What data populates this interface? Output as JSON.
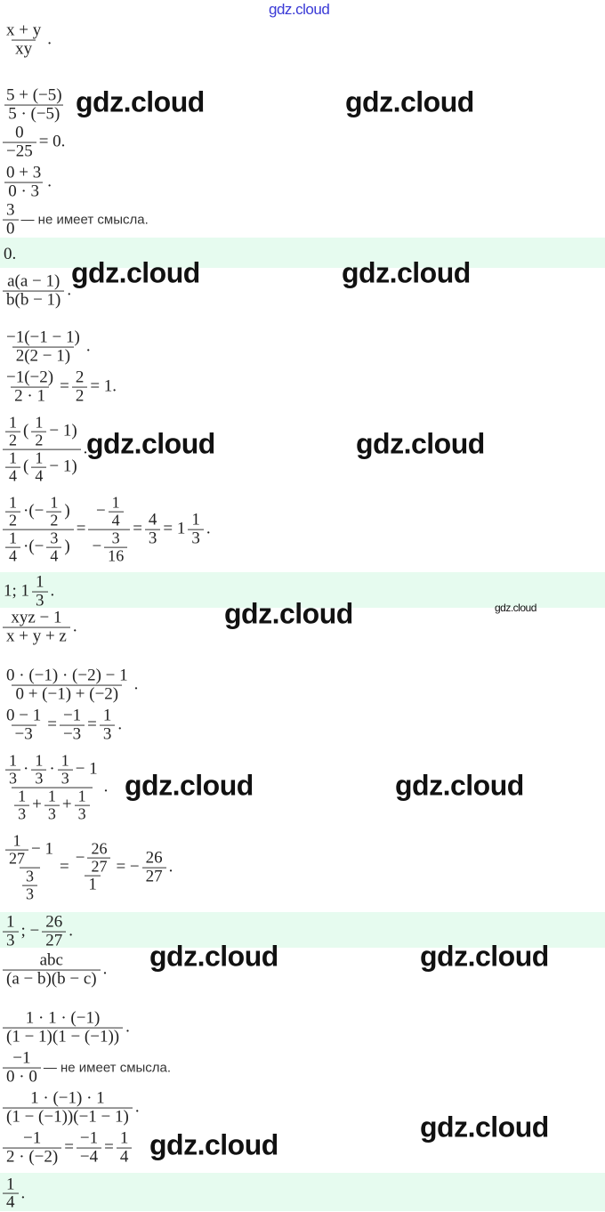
{
  "watermark": "gdz.cloud",
  "phrases": {
    "meaningless": "— не имеет смысла."
  },
  "answers": [
    {
      "parts": [
        "0."
      ]
    },
    {
      "parts": [
        "1; 1",
        {
          "n": [
            "1"
          ],
          "d": [
            "3"
          ]
        },
        "."
      ]
    },
    {
      "parts": [
        {
          "n": [
            "1"
          ],
          "d": [
            "3"
          ]
        },
        "; −",
        {
          "n": [
            "26"
          ],
          "d": [
            "27"
          ]
        },
        "."
      ]
    },
    {
      "parts": [
        {
          "n": [
            "1"
          ],
          "d": [
            "4"
          ]
        },
        "."
      ]
    }
  ],
  "lines": [
    {
      "parts": [
        {
          "n": [
            "x + y"
          ],
          "d": [
            "xy"
          ]
        },
        "."
      ]
    },
    {
      "parts": [
        {
          "n": [
            "5 + (−5)"
          ],
          "d": [
            "5 · (−5)"
          ]
        }
      ]
    },
    {
      "parts": [
        {
          "n": [
            "0"
          ],
          "d": [
            "−25"
          ]
        },
        "= 0."
      ]
    },
    {
      "parts": [
        {
          "n": [
            "0 + 3"
          ],
          "d": [
            "0 · 3"
          ]
        },
        "."
      ]
    },
    {
      "parts": [
        {
          "n": [
            "3"
          ],
          "d": [
            "0"
          ]
        },
        {
          "ru": "meaningless"
        }
      ]
    },
    {
      "parts": [
        {
          "n": [
            "a(a − 1)"
          ],
          "d": [
            "b(b − 1)"
          ]
        },
        "."
      ]
    },
    {
      "parts": [
        {
          "n": [
            "−1(−1 − 1)"
          ],
          "d": [
            "2(2 − 1)"
          ]
        },
        "."
      ]
    },
    {
      "parts": [
        {
          "n": [
            "−1(−2)"
          ],
          "d": [
            "2 · 1"
          ]
        },
        "=",
        {
          "n": [
            "2"
          ],
          "d": [
            "2"
          ]
        },
        "= 1."
      ]
    },
    {
      "parts": [
        {
          "n": [
            {
              "n": [
                "1"
              ],
              "d": [
                "2"
              ]
            },
            "(",
            {
              "n": [
                "1"
              ],
              "d": [
                "2"
              ]
            },
            "− 1)"
          ],
          "d": [
            {
              "n": [
                "1"
              ],
              "d": [
                "4"
              ]
            },
            "(",
            {
              "n": [
                "1"
              ],
              "d": [
                "4"
              ]
            },
            "− 1)"
          ]
        },
        "."
      ]
    },
    {
      "parts": [
        {
          "n": [
            {
              "n": [
                "1"
              ],
              "d": [
                "2"
              ]
            },
            "·(−",
            {
              "n": [
                "1"
              ],
              "d": [
                "2"
              ]
            },
            ")"
          ],
          "d": [
            {
              "n": [
                "1"
              ],
              "d": [
                "4"
              ]
            },
            "·(−",
            {
              "n": [
                "3"
              ],
              "d": [
                "4"
              ]
            },
            ")"
          ]
        },
        "=",
        {
          "n": [
            "−",
            {
              "n": [
                "1"
              ],
              "d": [
                "4"
              ]
            }
          ],
          "d": [
            "−",
            {
              "n": [
                "3"
              ],
              "d": [
                "16"
              ]
            }
          ]
        },
        "=",
        {
          "n": [
            "4"
          ],
          "d": [
            "3"
          ]
        },
        "= 1",
        {
          "n": [
            "1"
          ],
          "d": [
            "3"
          ]
        },
        "."
      ]
    },
    {
      "parts": [
        {
          "n": [
            "xyz − 1"
          ],
          "d": [
            "x + y + z"
          ]
        },
        "."
      ]
    },
    {
      "parts": [
        {
          "n": [
            "0 · (−1) · (−2) − 1"
          ],
          "d": [
            "0 + (−1) + (−2)"
          ]
        },
        "."
      ]
    },
    {
      "parts": [
        {
          "n": [
            "0 − 1"
          ],
          "d": [
            "−3"
          ]
        },
        "=",
        {
          "n": [
            "−1"
          ],
          "d": [
            "−3"
          ]
        },
        "=",
        {
          "n": [
            "1"
          ],
          "d": [
            "3"
          ]
        },
        "."
      ]
    },
    {
      "parts": [
        {
          "n": [
            {
              "n": [
                "1"
              ],
              "d": [
                "3"
              ]
            },
            "·",
            {
              "n": [
                "1"
              ],
              "d": [
                "3"
              ]
            },
            "·",
            {
              "n": [
                "1"
              ],
              "d": [
                "3"
              ]
            },
            "− 1"
          ],
          "d": [
            {
              "n": [
                "1"
              ],
              "d": [
                "3"
              ]
            },
            "+",
            {
              "n": [
                "1"
              ],
              "d": [
                "3"
              ]
            },
            "+",
            {
              "n": [
                "1"
              ],
              "d": [
                "3"
              ]
            }
          ]
        },
        "."
      ]
    },
    {
      "parts": [
        {
          "n": [
            {
              "n": [
                "1"
              ],
              "d": [
                "27"
              ]
            },
            "− 1"
          ],
          "d": [
            {
              "n": [
                "3"
              ],
              "d": [
                "3"
              ]
            }
          ]
        },
        "=",
        {
          "n": [
            "−",
            {
              "n": [
                "26"
              ],
              "d": [
                "27"
              ]
            }
          ],
          "d": [
            "1"
          ]
        },
        "= −",
        {
          "n": [
            "26"
          ],
          "d": [
            "27"
          ]
        },
        "."
      ]
    },
    {
      "parts": [
        {
          "n": [
            "abc"
          ],
          "d": [
            "(a − b)(b − c)"
          ]
        },
        "."
      ]
    },
    {
      "parts": [
        {
          "n": [
            "1 · 1 · (−1)"
          ],
          "d": [
            "(1 − 1)(1 − (−1))"
          ]
        },
        "."
      ]
    },
    {
      "parts": [
        {
          "n": [
            "−1"
          ],
          "d": [
            "0 · 0"
          ]
        },
        {
          "ru": "meaningless"
        }
      ]
    },
    {
      "parts": [
        {
          "n": [
            "1 · (−1) · 1"
          ],
          "d": [
            "(1 − (−1))(−1 − 1)"
          ]
        },
        "."
      ]
    },
    {
      "parts": [
        {
          "n": [
            "−1"
          ],
          "d": [
            "2 · (−2)"
          ]
        },
        "=",
        {
          "n": [
            "−1"
          ],
          "d": [
            "−4"
          ]
        },
        "=",
        {
          "n": [
            "1"
          ],
          "d": [
            "4"
          ]
        }
      ]
    }
  ]
}
